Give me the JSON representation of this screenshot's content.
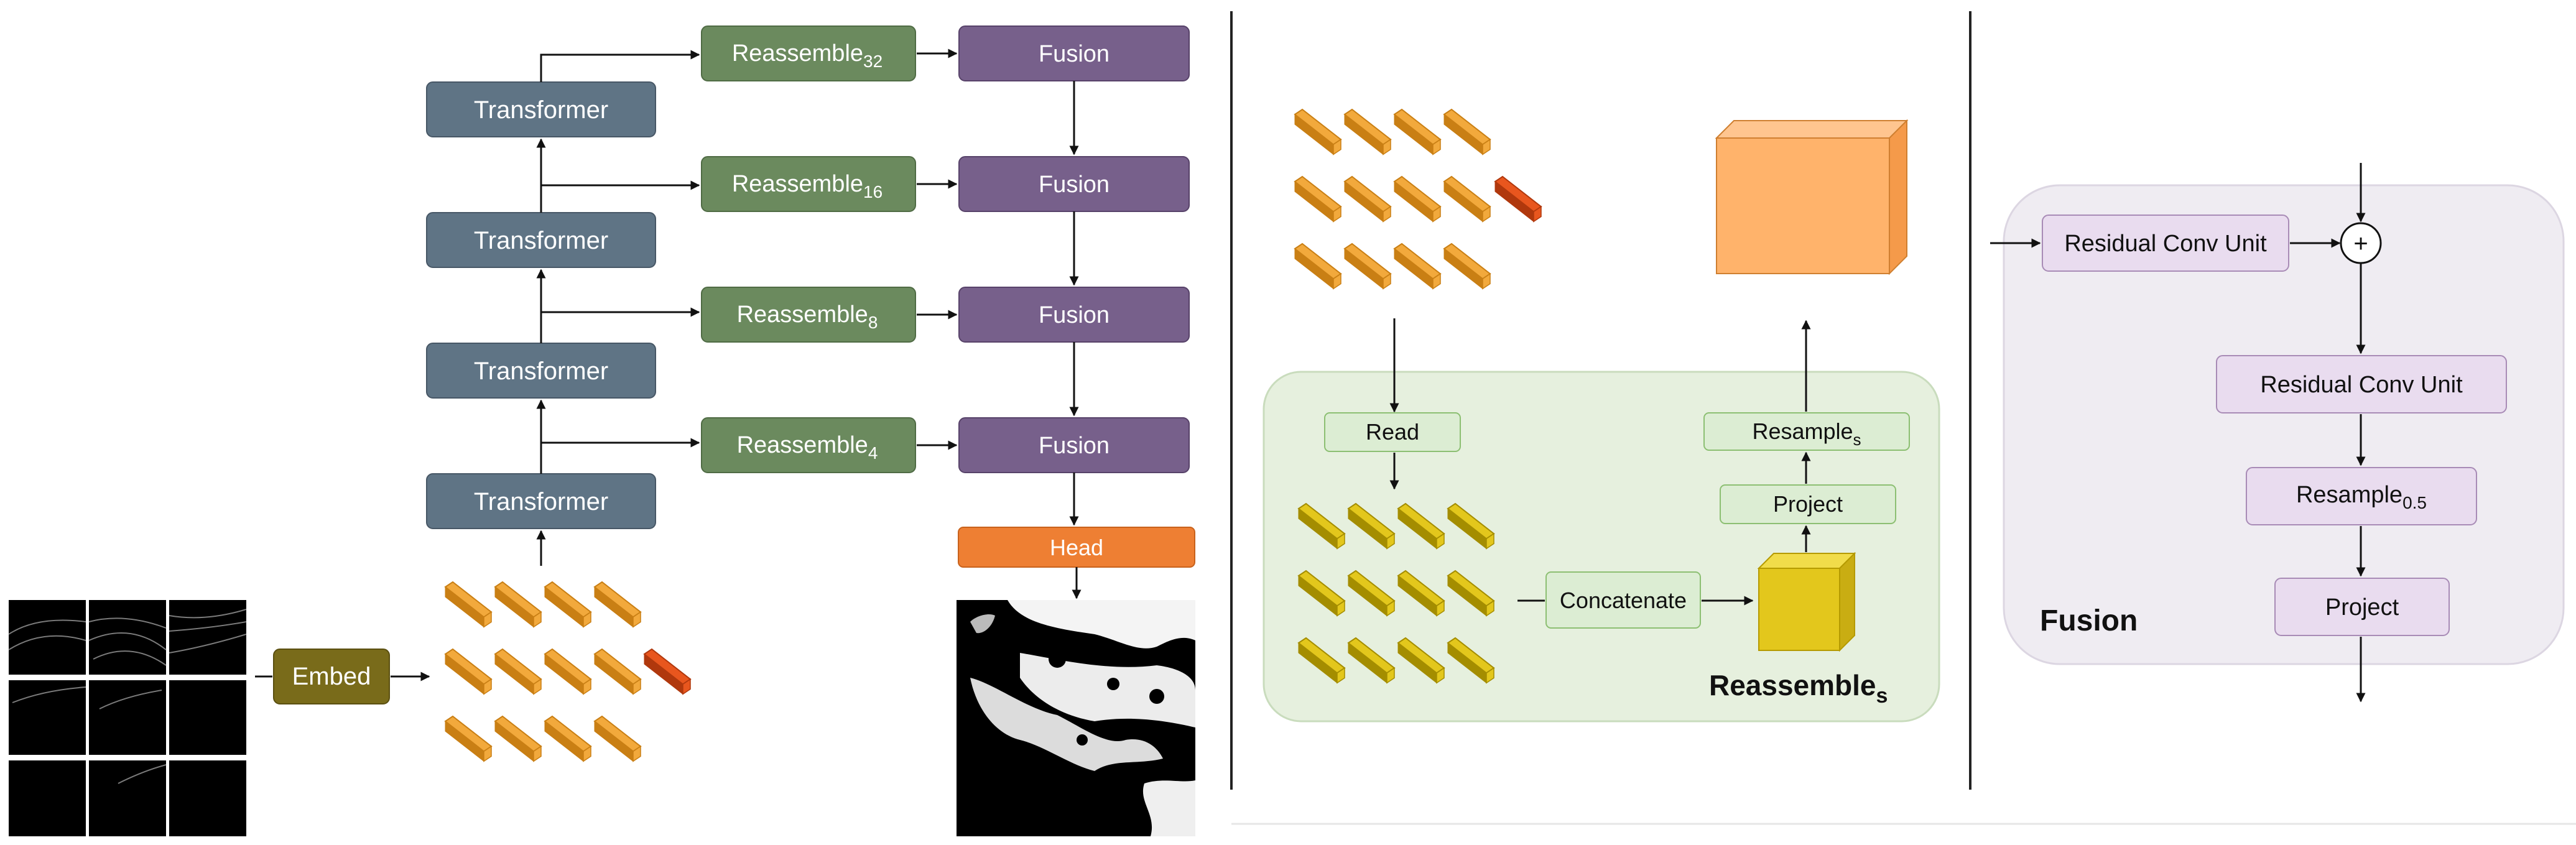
{
  "panel_left": {
    "transformer_label": "Transformer",
    "reassemble_base": "Reassemble",
    "reassemble_subs": [
      "32",
      "16",
      "8",
      "4"
    ],
    "fusion_label": "Fusion",
    "head_label": "Head",
    "embed_label": "Embed"
  },
  "panel_middle": {
    "read_label": "Read",
    "concatenate_label": "Concatenate",
    "project_label": "Project",
    "resample_base": "Resample",
    "resample_sub": "s",
    "title_base": "Reassemble",
    "title_sub": "s"
  },
  "panel_right": {
    "rcu_label": "Residual Conv Unit",
    "resample_base": "Resample",
    "resample_sub": "0.5",
    "project_label": "Project",
    "plus_symbol": "+",
    "title": "Fusion"
  },
  "colors": {
    "transformer": "#5f7485",
    "reassemble": "#6b8a5e",
    "fusion": "#77608b",
    "head": "#ee7f33",
    "embed": "#796b1a",
    "token": "#f2a93c",
    "token_red": "#e8561e",
    "token_yellow": "#e3c71c",
    "light_green_fill": "#e6f2de",
    "light_green_stroke": "#8cbf72",
    "light_purple_fill": "#e9dcef",
    "light_purple_stroke": "#a88bb6",
    "orange_cube": "#ffb36b"
  }
}
